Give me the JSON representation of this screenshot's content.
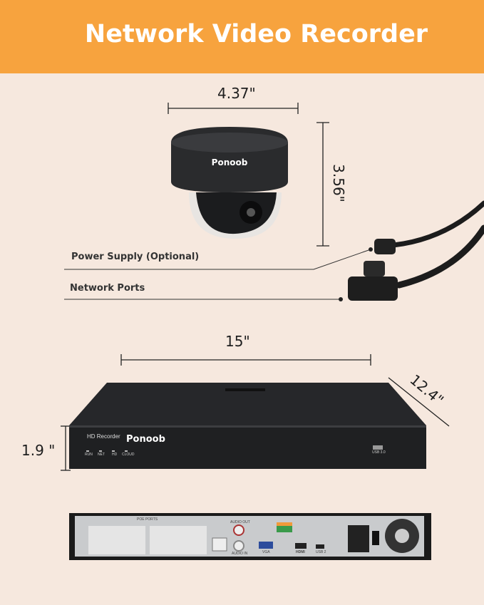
{
  "header": {
    "title": "Network Video Recorder"
  },
  "camera": {
    "brand": "Ponoob",
    "width": "4.37\"",
    "height": "3.56\""
  },
  "callouts": {
    "power": "Power Supply (Optional)",
    "network": "Network Ports"
  },
  "nvr": {
    "width": "15\"",
    "depth": "12.4\"",
    "height": "1.9 \"",
    "front_badge": "HD Recorder",
    "brand": "Ponoob",
    "leds": [
      "RUN",
      "NET",
      "HD",
      "CLOUD"
    ],
    "usb_label": "USB 3.0"
  },
  "rear": {
    "labels": [
      "POE PORTS",
      "AUDIO OUT",
      "AUDIO IN",
      "VGA",
      "HDMI",
      "USB 2"
    ]
  },
  "colors": {
    "banner": "#f7a33e",
    "background": "#f6e8de",
    "device": "#1f2022"
  }
}
